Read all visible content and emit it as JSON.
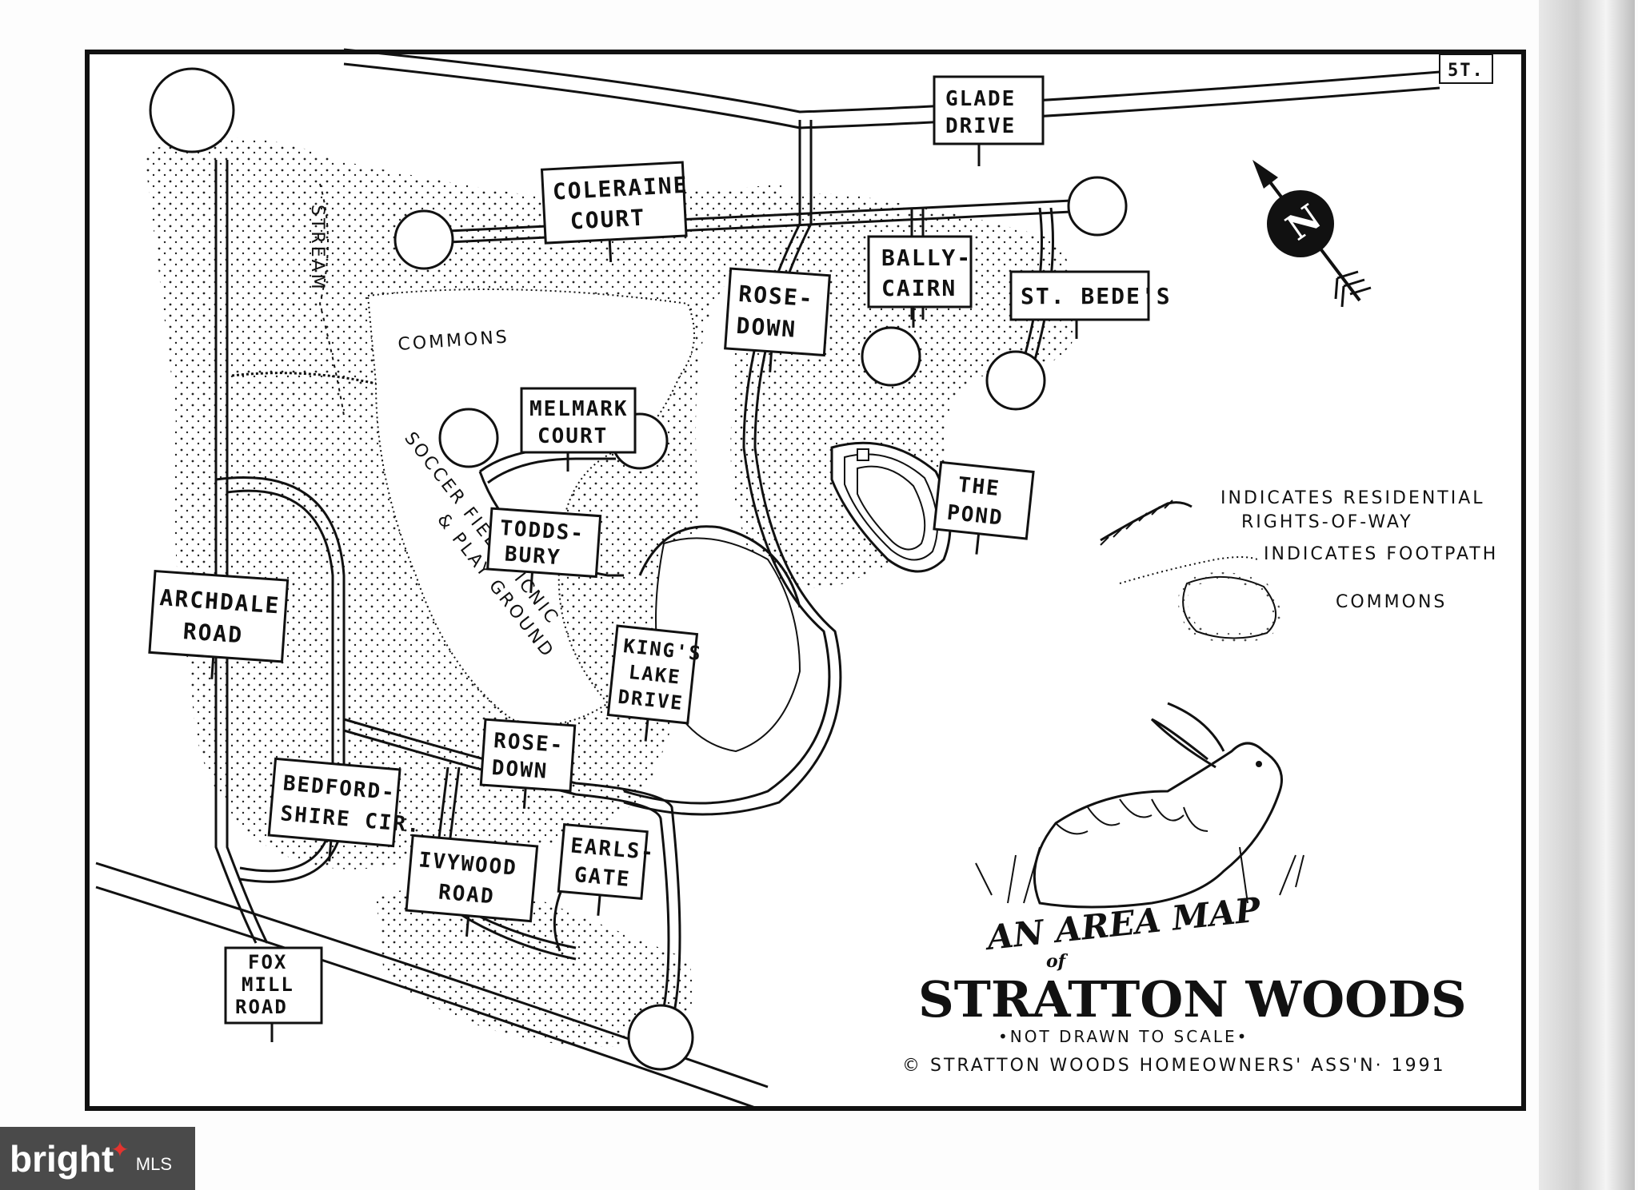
{
  "corner_mark": "5T.",
  "streets": {
    "glade_drive": [
      "GLADE",
      "DRIVE"
    ],
    "coleraine_court": [
      "COLERAINE",
      "COURT"
    ],
    "bally_cairn": [
      "BALLY-",
      "CAIRN"
    ],
    "st_bedes": [
      "ST. BEDE'S"
    ],
    "rose_down_north": [
      "ROSE-",
      "DOWN"
    ],
    "melmark_court": [
      "MELMARK",
      "COURT"
    ],
    "todds_bury": [
      "TODDS-",
      "BURY"
    ],
    "archdale_road": [
      "ARCHDALE",
      "ROAD"
    ],
    "kings_lake_drive": [
      "KING'S",
      "LAKE",
      "DRIVE"
    ],
    "rose_down_south": [
      "ROSE-",
      "DOWN"
    ],
    "bedfordshire_cir": [
      "BEDFORD-",
      "SHIRE CIR."
    ],
    "earlsgate": [
      "EARLS-",
      "GATE"
    ],
    "ivywood_road": [
      "IVYWOOD",
      "ROAD"
    ],
    "fox_mill_road": [
      "FOX",
      "MILL",
      "ROAD"
    ],
    "the_pond": [
      "THE",
      "POND"
    ]
  },
  "area_labels": {
    "stream": "STREAM",
    "commons": "COMMONS",
    "soccer_field": "SOCCER FIELD/PICNIC",
    "play_ground": "& PLAY GROUND"
  },
  "legend": {
    "residential": [
      "INDICATES RESIDENTIAL",
      "RIGHTS-OF-WAY"
    ],
    "footpath": "INDICATES FOOTPATH",
    "commons": "COMMONS"
  },
  "compass_letter": "N",
  "title": {
    "line1": "AN AREA MAP",
    "of": "of",
    "line2": "STRATTON WOODS",
    "note": "•NOT DRAWN TO SCALE•",
    "copyright": "© STRATTON WOODS HOMEOWNERS' ASS'N· 1991"
  },
  "watermark": {
    "brand": "bright",
    "suffix": "MLS"
  },
  "colors": {
    "ink": "#111111",
    "paper": "#ffffff",
    "watermark_bg": "#4a4a4a",
    "watermark_accent": "#e3342f"
  }
}
